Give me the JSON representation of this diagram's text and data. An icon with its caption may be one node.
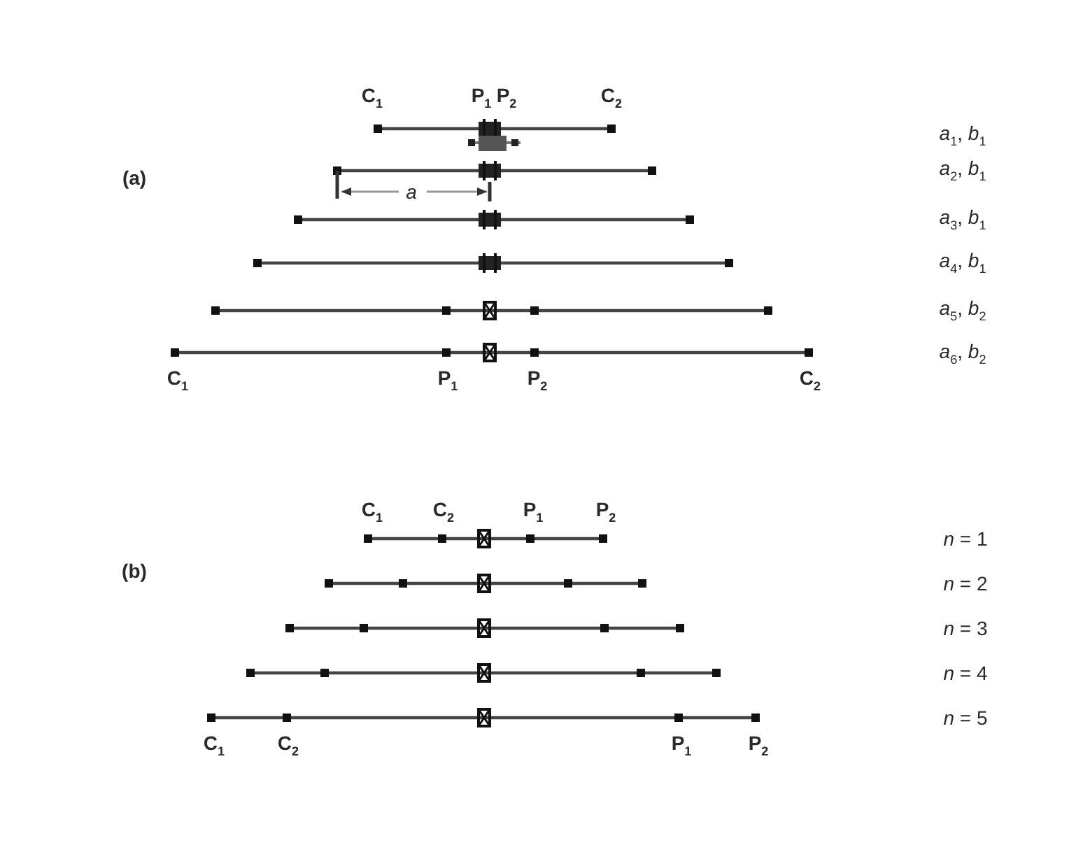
{
  "diagram": {
    "labels": [
      "C$_{1}$",
      "P$_{1}$",
      "P$_{2}$",
      "C$_{2}$",
      "(a)",
      "*a*$_{1}$, *b*$_{1}$",
      "*a*$_{2}$, *b*$_{1}$",
      "*a*",
      "*a*$_{3}$, *b*$_{1}$",
      "*a*$_{4}$, *b*$_{1}$",
      "*a*$_{5}$, *b*$_{2}$",
      "*a*$_{6}$, *b*$_{2}$",
      "C$_{1}$",
      "P$_{1}$",
      "P$_{2}$",
      "C$_{2}$",
      "C$_{1}$",
      "C$_{2}$",
      "P$_{1}$",
      "P$_{2}$",
      "(b)",
      "*n* = 1",
      "*n* = 2",
      "*n* = 3",
      "*n* = 4",
      "*n* = 5",
      "C$_{1}$",
      "C$_{2}$",
      "P$_{1}$",
      "P$_{2}$"
    ]
  }
}
